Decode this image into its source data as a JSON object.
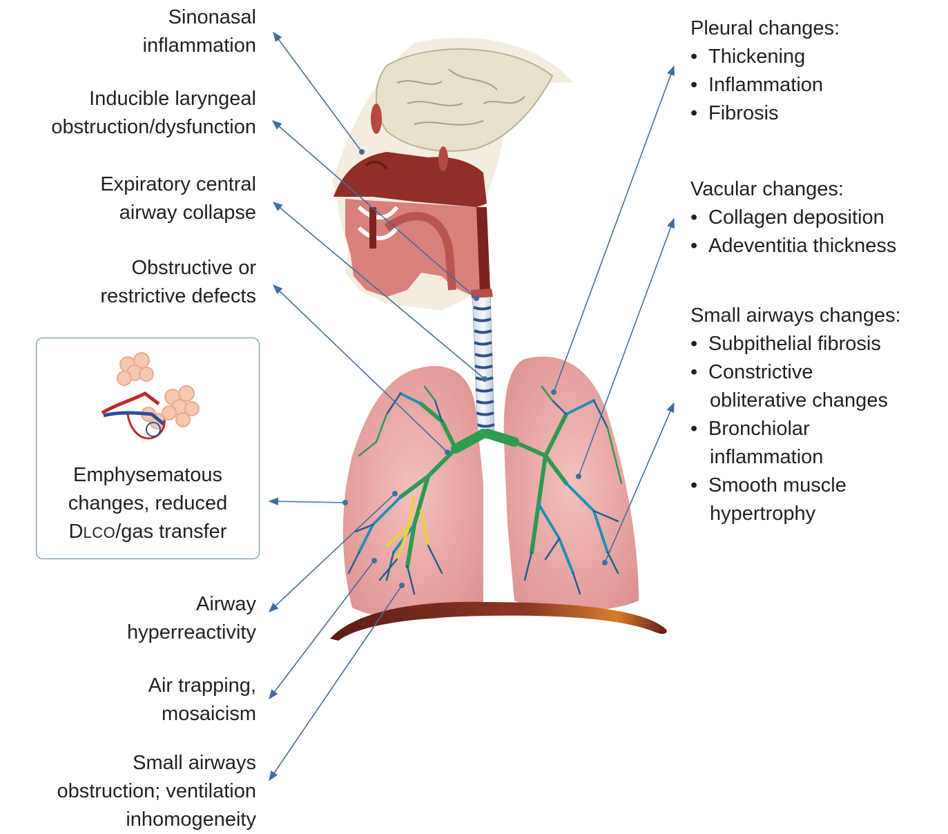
{
  "left_labels": {
    "sinonasal": [
      "Sinonasal",
      "inflammation"
    ],
    "laryngeal": [
      "Inducible laryngeal",
      "obstruction/dysfunction"
    ],
    "expiratory": [
      "Expiratory central",
      "airway collapse"
    ],
    "obstructive": [
      "Obstructive or",
      "restrictive defects"
    ],
    "hyperreactivity": [
      "Airway",
      "hyperreactivity"
    ],
    "trapping": [
      "Air trapping,",
      "mosaicism"
    ],
    "small_obstruction": [
      "Small airways",
      "obstruction; ventilation",
      "inhomogeneity"
    ]
  },
  "emphysema_box": {
    "line1": "Emphysematous",
    "line2": "changes, reduced",
    "dlco_prefix": "D",
    "dlco_sub": "LCO",
    "dlco_suffix": "/gas transfer"
  },
  "right_groups": {
    "pleural": {
      "heading": "Pleural changes:",
      "items": [
        "Thickening",
        "Inflammation",
        "Fibrosis"
      ]
    },
    "vascular": {
      "heading": "Vacular changes:",
      "items": [
        "Collagen deposition",
        "Adeventitia thickness"
      ]
    },
    "small_airways": {
      "heading": "Small airways changes:",
      "items": [
        {
          "line1": "Subpithelial fibrosis"
        },
        {
          "line1": "Constrictive",
          "line2": "obliterative changes"
        },
        {
          "line1": "Bronchiolar",
          "line2": "inflammation"
        },
        {
          "line1": "Smooth muscle",
          "line2": "hypertrophy"
        }
      ]
    }
  },
  "bullet_char": "•",
  "colors": {
    "arrow": "#3f6e9e",
    "lung": "#e9a5a3",
    "airway_green": "#2e9b4f",
    "airway_blue": "#1f5f93",
    "airway_yellow": "#e7d23a",
    "trachea_ring": "#2f4f8a",
    "diaphragm": "#7a2a22",
    "head_tissue": "#9b3b33",
    "brain": "#e8e2c8"
  }
}
